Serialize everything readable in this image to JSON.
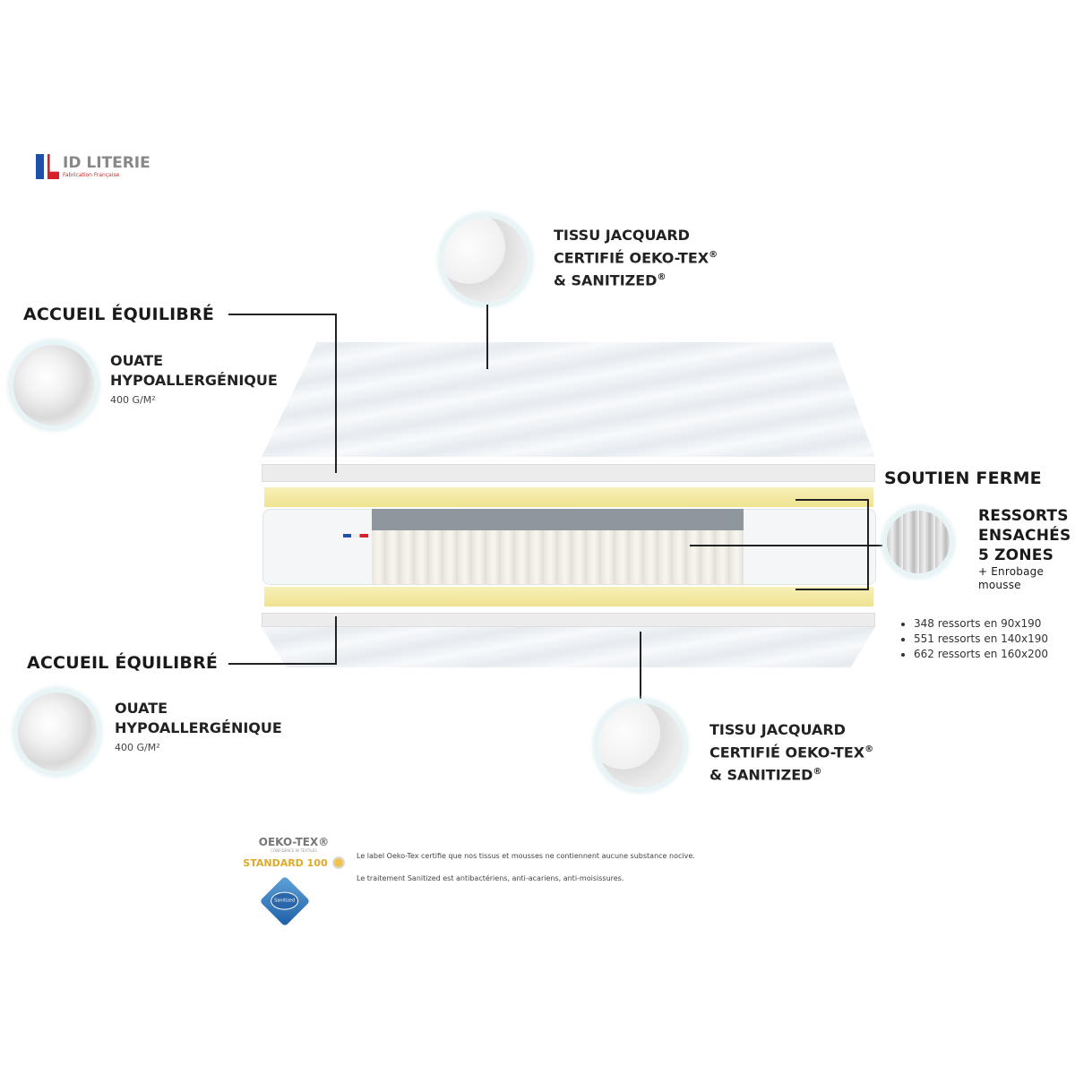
{
  "brand": {
    "name": "ID LITERIE",
    "tagline": "Fabrication Française"
  },
  "top_fabric": {
    "line1": "TISSU JACQUARD",
    "line2": "CERTIFIÉ OEKO-TEX",
    "line2_mark": "®",
    "line3": "& SANITIZED",
    "line3_mark": "®"
  },
  "top_comfort": {
    "title": "ACCUEIL ÉQUILIBRÉ",
    "line1": "OUATE",
    "line2": "HYPOALLERGÉNIQUE",
    "weight": "400 G/M²"
  },
  "bottom_comfort": {
    "title": "ACCUEIL ÉQUILIBRÉ",
    "line1": "OUATE",
    "line2": "HYPOALLERGÉNIQUE",
    "weight": "400 G/M²"
  },
  "support": {
    "title": "SOUTIEN FERME",
    "line1": "RESSORTS",
    "line2": "ENSACHÉS",
    "line3": "5 ZONES",
    "extra1": "+ Enrobage",
    "extra2": "mousse",
    "counts": [
      "348 ressorts en 90x190",
      "551 ressorts en 140x190",
      "662 ressorts en 160x200"
    ]
  },
  "bottom_fabric": {
    "line1": "TISSU JACQUARD",
    "line2": "CERTIFIÉ OEKO-TEX",
    "line2_mark": "®",
    "line3": "& SANITIZED",
    "line3_mark": "®"
  },
  "certs": {
    "oeko_logo_top": "OEKO-TEX®",
    "oeko_logo_sub": "CONFIDENCE IN TEXTILES",
    "oeko_logo_bottom": "STANDARD 100",
    "oeko_text": "Le label Oeko-Tex certifie que nos tissus et mousses ne contiennent aucune substance nocive.",
    "sanitized_logo": "Sanitized",
    "sanitized_text": "Le traitement Sanitized est antibactériens, anti-acariens, anti-moisissures."
  },
  "colors": {
    "foam_yellow": "#f4eaa0",
    "core_grey": "#8f979e",
    "flag_blue": "#1f4fa8",
    "flag_red": "#d6202a"
  }
}
